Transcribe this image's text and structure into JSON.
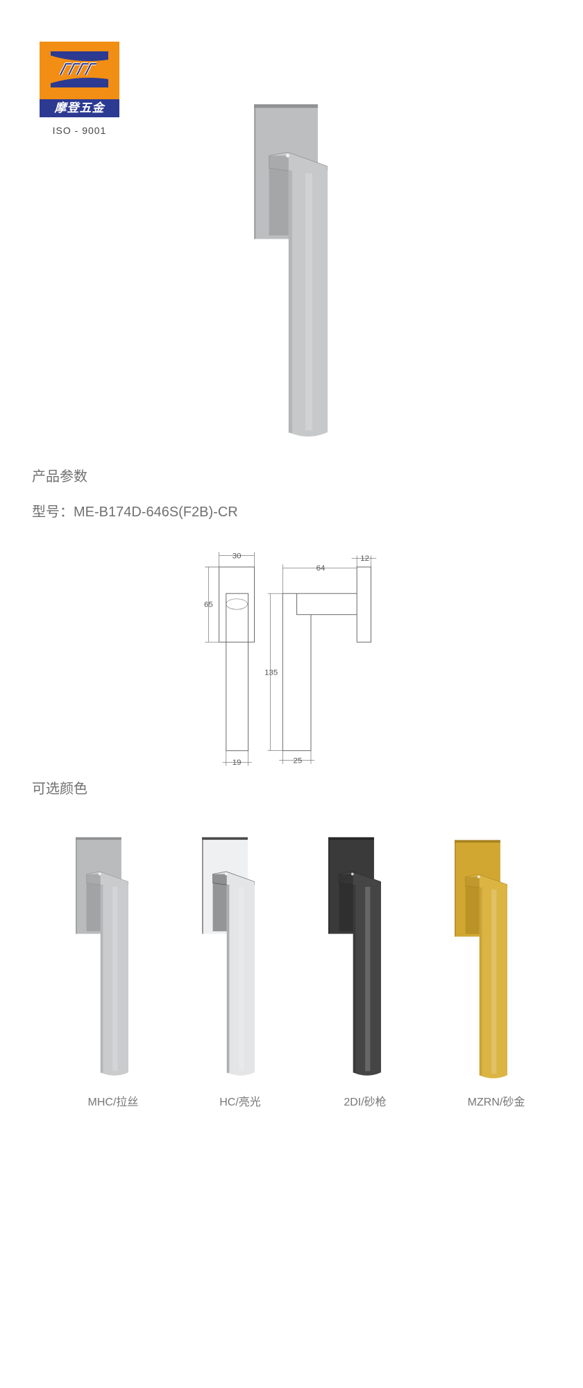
{
  "logo": {
    "brand_text": "摩登五金",
    "certification": "ISO - 9001"
  },
  "hero": {
    "finish_color": "#c6c8ca"
  },
  "params": {
    "heading": "产品参数",
    "model_label": "型号：ME-B174D-646S(F2B)-CR"
  },
  "drawing": {
    "dims": {
      "plate_width": "30",
      "plate_height": "65",
      "grip_width_front": "19",
      "projection": "64",
      "plate_thickness": "12",
      "length": "135",
      "grip_width_side": "25"
    }
  },
  "colors": {
    "heading": "可选颜色",
    "options": [
      {
        "label": "MHC/拉丝",
        "plate": "#b9bbbd",
        "bar": "#c9cbcd",
        "edge": "#8e9092"
      },
      {
        "label": "HC/亮光",
        "plate": "#eef0f2",
        "bar": "#e3e5e7",
        "edge": "#4a4a4a"
      },
      {
        "label": "2DI/砂枪",
        "plate": "#3a3a3a",
        "bar": "#454545",
        "edge": "#262626"
      },
      {
        "label": "MZRN/砂金",
        "plate": "#d1a731",
        "bar": "#dbb444",
        "edge": "#a8831e"
      }
    ]
  }
}
